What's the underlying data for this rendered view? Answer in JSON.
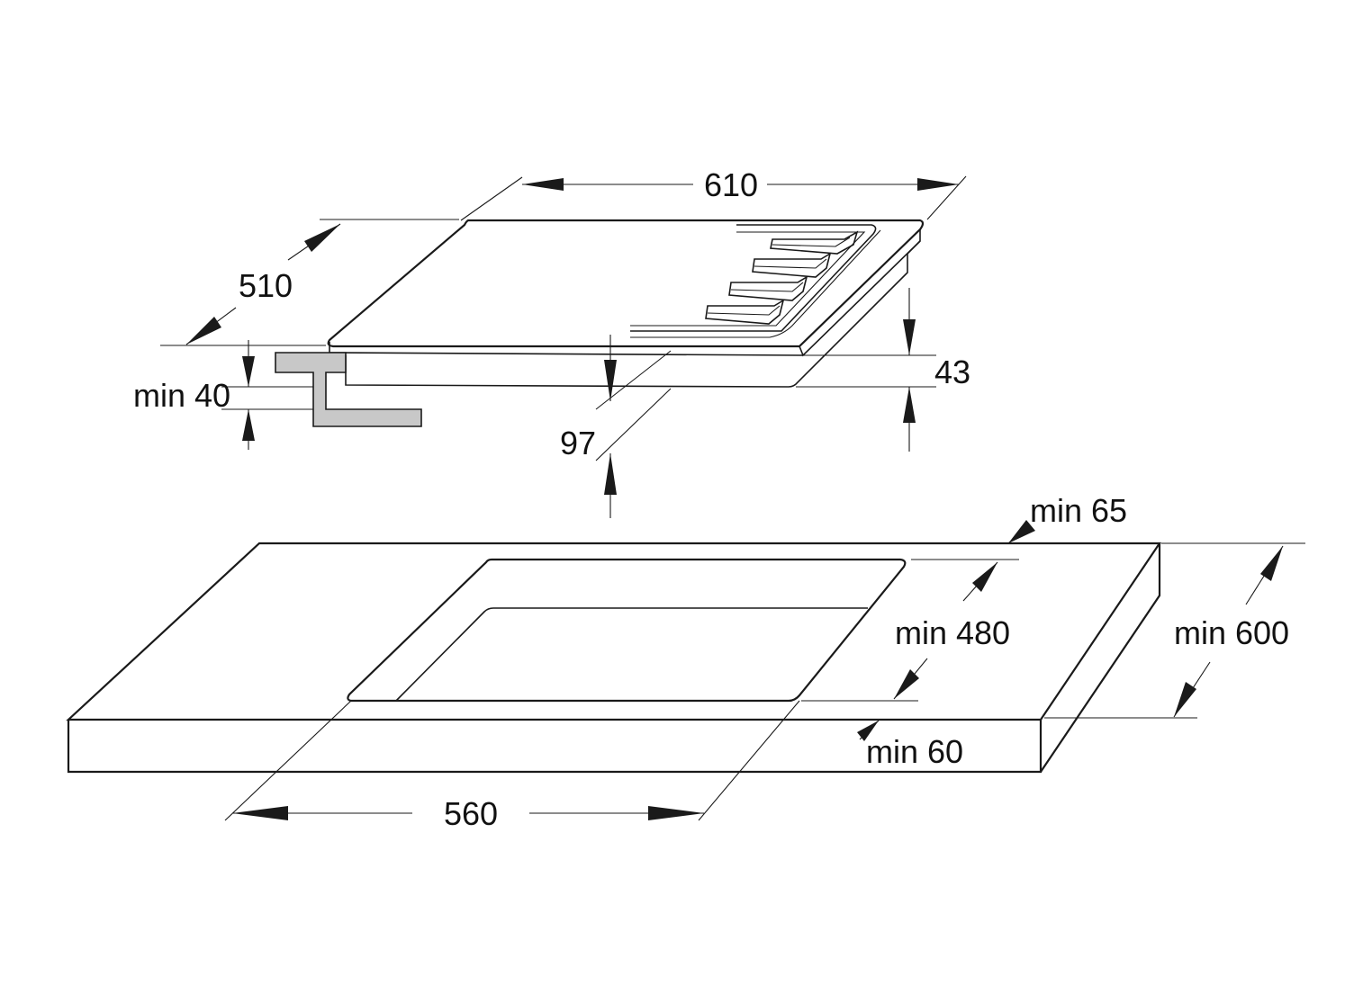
{
  "diagram": {
    "colors": {
      "line": "#1a1a1a",
      "bracket_fill": "#c8c8c8",
      "background": "#ffffff"
    },
    "hob_dimensions": {
      "width": "610",
      "depth": "510",
      "height": "43",
      "total_height": "97",
      "min_clearance_below": "min 40"
    },
    "cutout_dimensions": {
      "cutout_width": "560",
      "cutout_depth": "min 480",
      "worktop_depth": "min 600",
      "min_back_distance": "min 65",
      "min_front_distance": "min 60"
    }
  }
}
